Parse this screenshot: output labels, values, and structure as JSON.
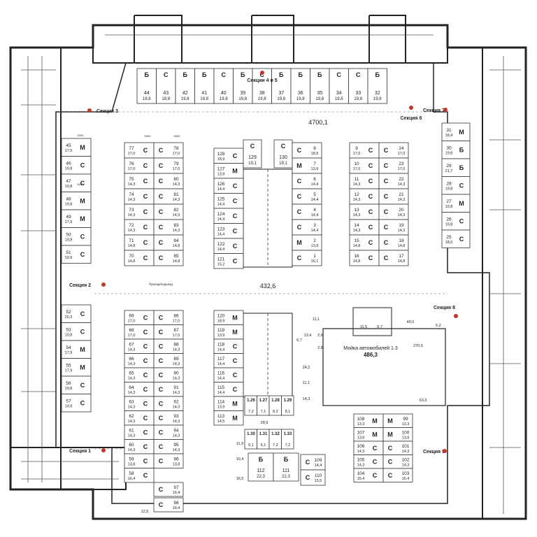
{
  "total_area": "4700,1",
  "central_area": "432,6",
  "passage_label": "Проезд/подъезд",
  "carwash": {
    "title": "Мойка автомобилей 1.3",
    "area": "486,3"
  },
  "sections": [
    {
      "name": "Секция 1"
    },
    {
      "name": "Секция 2"
    },
    {
      "name": "Секция 3"
    },
    {
      "name": "Секции 4 и 5"
    },
    {
      "name": "Секция 6"
    },
    {
      "name": "Секция 7"
    },
    {
      "name": "Секция 8"
    },
    {
      "name": "Секция 9"
    }
  ],
  "misc_areas": [
    "11,1",
    "11,5",
    "9,7",
    "40,0",
    "6,7",
    "13,4",
    "2,6",
    "2,8",
    "270,5",
    "24,2",
    "11,1",
    "14,3",
    "63,3",
    "6,2",
    "28,9",
    "11,9",
    "10,4",
    "16,5",
    "12,5"
  ],
  "top_row": [
    {
      "n": "44",
      "t": "Б",
      "a": "19,8"
    },
    {
      "n": "43",
      "t": "С",
      "a": "19,8"
    },
    {
      "n": "42",
      "t": "Б",
      "a": "19,8"
    },
    {
      "n": "41",
      "t": "Б",
      "a": "19,8"
    },
    {
      "n": "40",
      "t": "С",
      "a": "19,8"
    },
    {
      "n": "39",
      "t": "Б",
      "a": "19,8"
    },
    {
      "n": "38",
      "t": "С",
      "a": "19,8"
    },
    {
      "n": "37",
      "t": "Б",
      "a": "19,8"
    },
    {
      "n": "36",
      "t": "Б",
      "a": "19,8"
    },
    {
      "n": "35",
      "t": "Б",
      "a": "19,8"
    },
    {
      "n": "34",
      "t": "С",
      "a": "19,8"
    },
    {
      "n": "33",
      "t": "С",
      "a": "19,8"
    },
    {
      "n": "32",
      "t": "Б",
      "a": "19,8"
    }
  ],
  "left_upper": [
    {
      "n": "45",
      "t": "М",
      "a": "17,5"
    },
    {
      "n": "46",
      "t": "С",
      "a": "19,8"
    },
    {
      "n": "47",
      "t": "С",
      "a": "19,8"
    },
    {
      "n": "48",
      "t": "М",
      "a": "19,8"
    },
    {
      "n": "49",
      "t": "М",
      "a": "17,9"
    },
    {
      "n": "50",
      "t": "С",
      "a": "19,8"
    },
    {
      "n": "51",
      "t": "С",
      "a": "19,9"
    }
  ],
  "left_lower": [
    {
      "n": "52",
      "t": "С",
      "a": "20,3"
    },
    {
      "n": "53",
      "t": "С",
      "a": "19,8"
    },
    {
      "n": "54",
      "t": "М",
      "a": "17,9"
    },
    {
      "n": "55",
      "t": "М",
      "a": "17,9"
    },
    {
      "n": "56",
      "t": "С",
      "a": "19,8"
    },
    {
      "n": "57",
      "t": "С",
      "a": "19,9"
    }
  ],
  "col_a_upper": [
    {
      "n": "77",
      "t": "С",
      "a": "17,0"
    },
    {
      "n": "76",
      "t": "С",
      "a": "17,0"
    },
    {
      "n": "75",
      "t": "С",
      "a": "14,3"
    },
    {
      "n": "74",
      "t": "С",
      "a": "14,3"
    },
    {
      "n": "73",
      "t": "С",
      "a": "14,3"
    },
    {
      "n": "72",
      "t": "С",
      "a": "14,3"
    },
    {
      "n": "71",
      "t": "С",
      "a": "14,8"
    },
    {
      "n": "70",
      "t": "С",
      "a": "14,8"
    }
  ],
  "col_b_upper": [
    {
      "n": "78",
      "t": "С",
      "a": "17,0"
    },
    {
      "n": "79",
      "t": "С",
      "a": "17,0"
    },
    {
      "n": "80",
      "t": "С",
      "a": "14,3"
    },
    {
      "n": "81",
      "t": "С",
      "a": "14,3"
    },
    {
      "n": "82",
      "t": "С",
      "a": "14,3"
    },
    {
      "n": "83",
      "t": "С",
      "a": "14,3"
    },
    {
      "n": "84",
      "t": "С",
      "a": "14,8"
    },
    {
      "n": "85",
      "t": "С",
      "a": "14,8"
    }
  ],
  "col_a_lower": [
    {
      "n": "69",
      "t": "С",
      "a": "17,0"
    },
    {
      "n": "68",
      "t": "С",
      "a": "17,0"
    },
    {
      "n": "67",
      "t": "С",
      "a": "14,3"
    },
    {
      "n": "66",
      "t": "С",
      "a": "14,3"
    },
    {
      "n": "65",
      "t": "С",
      "a": "14,3"
    },
    {
      "n": "64",
      "t": "С",
      "a": "14,3"
    },
    {
      "n": "63",
      "t": "С",
      "a": "14,3"
    },
    {
      "n": "62",
      "t": "С",
      "a": "14,3"
    },
    {
      "n": "61",
      "t": "С",
      "a": "14,3"
    },
    {
      "n": "60",
      "t": "С",
      "a": "14,3"
    },
    {
      "n": "59",
      "t": "С",
      "a": "13,8"
    },
    {
      "n": "58",
      "t": "С",
      "a": "16,4"
    }
  ],
  "col_b_lower": [
    {
      "n": "86",
      "t": "С",
      "a": "17,0"
    },
    {
      "n": "87",
      "t": "С",
      "a": "17,0"
    },
    {
      "n": "88",
      "t": "С",
      "a": "14,3"
    },
    {
      "n": "89",
      "t": "С",
      "a": "14,3"
    },
    {
      "n": "90",
      "t": "С",
      "a": "14,3"
    },
    {
      "n": "91",
      "t": "С",
      "a": "14,3"
    },
    {
      "n": "92",
      "t": "С",
      "a": "14,3"
    },
    {
      "n": "93",
      "t": "С",
      "a": "14,3"
    },
    {
      "n": "94",
      "t": "С",
      "a": "14,3"
    },
    {
      "n": "95",
      "t": "С",
      "a": "14,3"
    },
    {
      "n": "96",
      "t": "С",
      "a": "13,8"
    },
    {
      "n": "97",
      "t": "С",
      "a": "16,4"
    },
    {
      "n": "98",
      "t": "С",
      "a": "16,4"
    }
  ],
  "col_c_upper": [
    {
      "n": "128",
      "t": "С",
      "a": "18,9"
    },
    {
      "n": "127",
      "t": "М",
      "a": "13,9"
    },
    {
      "n": "126",
      "t": "С",
      "a": "14,4"
    },
    {
      "n": "125",
      "t": "С",
      "a": "14,4"
    },
    {
      "n": "124",
      "t": "С",
      "a": "14,4"
    },
    {
      "n": "123",
      "t": "С",
      "a": "14,4"
    },
    {
      "n": "122",
      "t": "С",
      "a": "14,4"
    },
    {
      "n": "121",
      "t": "С",
      "a": "15,2"
    }
  ],
  "col_c_lower": [
    {
      "n": "120",
      "t": "М",
      "a": "18,9"
    },
    {
      "n": "119",
      "t": "М",
      "a": "13,9"
    },
    {
      "n": "118",
      "t": "С",
      "a": "14,4"
    },
    {
      "n": "117",
      "t": "С",
      "a": "14,4"
    },
    {
      "n": "116",
      "t": "С",
      "a": "14,4"
    },
    {
      "n": "115",
      "t": "С",
      "a": "14,4"
    },
    {
      "n": "114",
      "t": "М",
      "a": "13,9"
    },
    {
      "n": "113",
      "t": "М",
      "a": "14,5"
    }
  ],
  "ramp_top": [
    {
      "n": "129",
      "t": "С",
      "a": "19,1"
    },
    {
      "n": "130",
      "t": "С",
      "a": "19,1"
    }
  ],
  "col_d": [
    {
      "n": "8",
      "t": "С",
      "a": "18,9"
    },
    {
      "n": "7",
      "t": "М",
      "a": "13,9"
    },
    {
      "n": "6",
      "t": "С",
      "a": "14,4"
    },
    {
      "n": "5",
      "t": "С",
      "a": "14,4"
    },
    {
      "n": "4",
      "t": "С",
      "a": "14,4"
    },
    {
      "n": "3",
      "t": "С",
      "a": "14,4"
    },
    {
      "n": "2",
      "t": "М",
      "a": "13,9"
    },
    {
      "n": "1",
      "t": "С",
      "a": "16,1"
    }
  ],
  "col_e": [
    {
      "n": "9",
      "t": "С",
      "a": "17,0"
    },
    {
      "n": "10",
      "t": "С",
      "a": "17,0"
    },
    {
      "n": "11",
      "t": "С",
      "a": "14,3"
    },
    {
      "n": "12",
      "t": "С",
      "a": "14,3"
    },
    {
      "n": "13",
      "t": "С",
      "a": "14,3"
    },
    {
      "n": "14",
      "t": "С",
      "a": "14,3"
    },
    {
      "n": "15",
      "t": "С",
      "a": "14,8"
    },
    {
      "n": "16",
      "t": "С",
      "a": "14,8"
    }
  ],
  "col_f": [
    {
      "n": "24",
      "t": "С",
      "a": "17,0"
    },
    {
      "n": "23",
      "t": "С",
      "a": "17,0"
    },
    {
      "n": "22",
      "t": "С",
      "a": "14,3"
    },
    {
      "n": "21",
      "t": "С",
      "a": "14,3"
    },
    {
      "n": "20",
      "t": "С",
      "a": "14,3"
    },
    {
      "n": "19",
      "t": "С",
      "a": "14,3"
    },
    {
      "n": "18",
      "t": "С",
      "a": "14,8"
    },
    {
      "n": "17",
      "t": "С",
      "a": "14,8"
    }
  ],
  "right_col": [
    {
      "n": "31",
      "t": "М",
      "a": "18,4"
    },
    {
      "n": "30",
      "t": "Б",
      "a": "19,8"
    },
    {
      "n": "29",
      "t": "Б",
      "a": "21,7"
    },
    {
      "n": "28",
      "t": "С",
      "a": "19,8"
    },
    {
      "n": "27",
      "t": "М",
      "a": "19,8"
    },
    {
      "n": "26",
      "t": "С",
      "a": "19,8"
    },
    {
      "n": "25",
      "t": "С",
      "a": "18,0"
    }
  ],
  "small_row": [
    {
      "n": "1.26",
      "a": "7,2"
    },
    {
      "n": "1.27",
      "a": "7,1"
    },
    {
      "n": "1.28",
      "a": "8,2"
    },
    {
      "n": "1.29",
      "a": "8,1"
    }
  ],
  "small_row2": [
    {
      "n": "1.30",
      "a": "6,1"
    },
    {
      "n": "1.31",
      "a": "6,1"
    },
    {
      "n": "1.32",
      "a": "7,2"
    },
    {
      "n": "1.33",
      "a": "7,2"
    }
  ],
  "big_b": [
    {
      "n": "112",
      "t": "Б",
      "a": "22,3"
    },
    {
      "n": "111",
      "t": "Б",
      "a": "22,3"
    }
  ],
  "col_g": [
    {
      "n": "109",
      "t": "С",
      "a": "14,4"
    },
    {
      "n": "110",
      "t": "С",
      "a": "15,5"
    }
  ],
  "br_left": [
    {
      "n": "108",
      "t": "М",
      "a": "13,3"
    },
    {
      "n": "107",
      "t": "М",
      "a": "13,8"
    },
    {
      "n": "106",
      "t": "С",
      "a": "14,3"
    },
    {
      "n": "105",
      "t": "С",
      "a": "14,3"
    },
    {
      "n": "104",
      "t": "С",
      "a": "15,4"
    }
  ],
  "br_right": [
    {
      "n": "99",
      "t": "М",
      "a": "13,3"
    },
    {
      "n": "100",
      "t": "М",
      "a": "13,8"
    },
    {
      "n": "101",
      "t": "С",
      "a": "14,3"
    },
    {
      "n": "102",
      "t": "С",
      "a": "14,3"
    },
    {
      "n": "103",
      "t": "С",
      "a": "15,4"
    }
  ],
  "dims": [
    "5300",
    "5300",
    "3200",
    "6200"
  ]
}
